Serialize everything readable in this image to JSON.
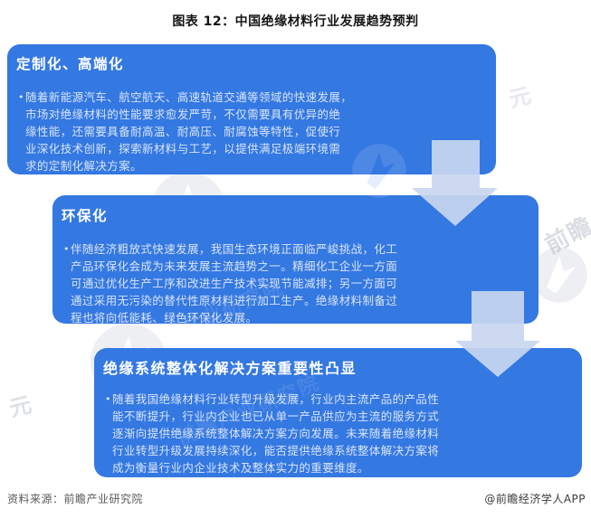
{
  "title": "图表 12：中国绝缘材料行业发展趋势预判",
  "bullet_char": "•",
  "boxes": [
    {
      "heading": "定制化、高端化",
      "lines": [
        "随着新能源汽车、航空航天、高速轨道交通等领域的快速发展，",
        "市场对绝缘材料的性能要求愈发严苛，不仅需要具有优异的绝",
        "缘性能，还需要具备耐高温、耐高压、耐腐蚀等特性，促使行",
        "业深化技术创新，探索新材料与工艺，以提供满足极端环境需",
        "求的定制化解决方案。"
      ]
    },
    {
      "heading": "环保化",
      "lines": [
        "伴随经济粗放式快速发展，我国生态环境正面临严峻挑战，化工",
        "产品环保化会成为未来发展主流趋势之一。精细化工企业一方面",
        "可通过优化生产工序和改进生产技术实现节能减排；另一方面可",
        "通过采用无污染的替代性原材料进行加工生产。绝缘材料制备过",
        "程也将向低能耗、绿色环保化发展。"
      ]
    },
    {
      "heading": "绝缘系统整体化解决方案重要性凸显",
      "lines": [
        "随着我国绝缘材料行业转型升级发展，行业内主流产品的产品性",
        "能不断提升，行业内企业也已从单一产品供应为主流的服务方式",
        "逐渐向提供绝缘系统整体解决方案方向发展。未来随着绝缘材料",
        "行业转型升级发展持续深化，能否提供绝缘系统整体解决方案将",
        "成为衡量行业内企业技术及整体实力的重要维度。"
      ]
    }
  ],
  "footer": {
    "source": "资料来源：前瞻产业研究院",
    "credit": "@前瞻经济学人APP"
  },
  "watermark": {
    "brand_short": "前瞻",
    "brand_full": "前瞻产业研究院",
    "yuan_mark": "元"
  },
  "colors": {
    "box_blue": "#3478e2",
    "arrow_fill": "#c8d6f0",
    "heading_text": "#ffffff",
    "body_text": "#d9e5f7",
    "title_text": "#141414",
    "source_text": "#595959",
    "credit_text": "#3a3a3a"
  }
}
